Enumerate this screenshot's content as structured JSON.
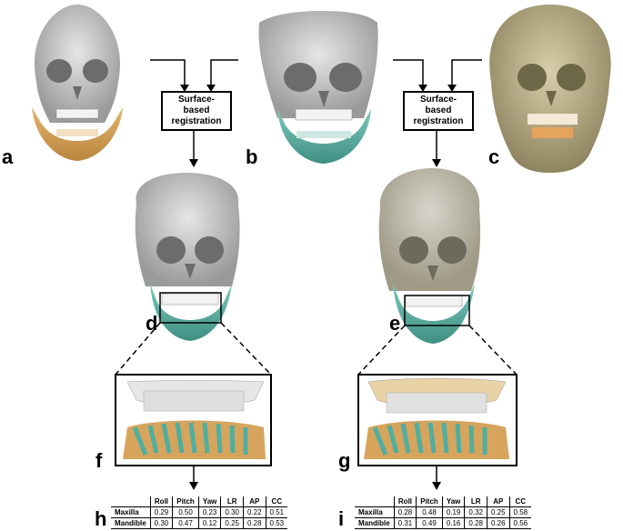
{
  "panels": {
    "a": {
      "label": "a"
    },
    "b": {
      "label": "b"
    },
    "c": {
      "label": "c"
    },
    "d": {
      "label": "d"
    },
    "e": {
      "label": "e"
    },
    "f": {
      "label": "f"
    },
    "g": {
      "label": "g"
    },
    "h": {
      "label": "h"
    },
    "i": {
      "label": "i"
    }
  },
  "registration_boxes": [
    {
      "text": "Surface-based\nregistration"
    },
    {
      "text": "Surface-based\nregistration"
    }
  ],
  "tables": {
    "h": {
      "columns": [
        "Roll",
        "Pitch",
        "Yaw",
        "LR",
        "AP",
        "CC"
      ],
      "rows": [
        {
          "name": "Maxilla",
          "values": [
            "0.29",
            "0.50",
            "0.23",
            "0.30",
            "0.22",
            "0.51"
          ]
        },
        {
          "name": "Mandible",
          "values": [
            "0.30",
            "0.47",
            "0.12",
            "0.25",
            "0.28",
            "0.53"
          ]
        }
      ]
    },
    "i": {
      "columns": [
        "Roll",
        "Pitch",
        "Yaw",
        "LR",
        "AP",
        "CC"
      ],
      "rows": [
        {
          "name": "Maxilla",
          "values": [
            "0.28",
            "0.48",
            "0.19",
            "0.32",
            "0.25",
            "0.58"
          ]
        },
        {
          "name": "Mandible",
          "values": [
            "0.31",
            "0.49",
            "0.16",
            "0.28",
            "0.26",
            "0.56"
          ]
        }
      ]
    }
  },
  "colors": {
    "skull_grey": "#c9c9c9",
    "mandible_orange": "#d4a25a",
    "mandible_teal": "#5fb5a6",
    "ct_tan": "#b9ad7e"
  }
}
